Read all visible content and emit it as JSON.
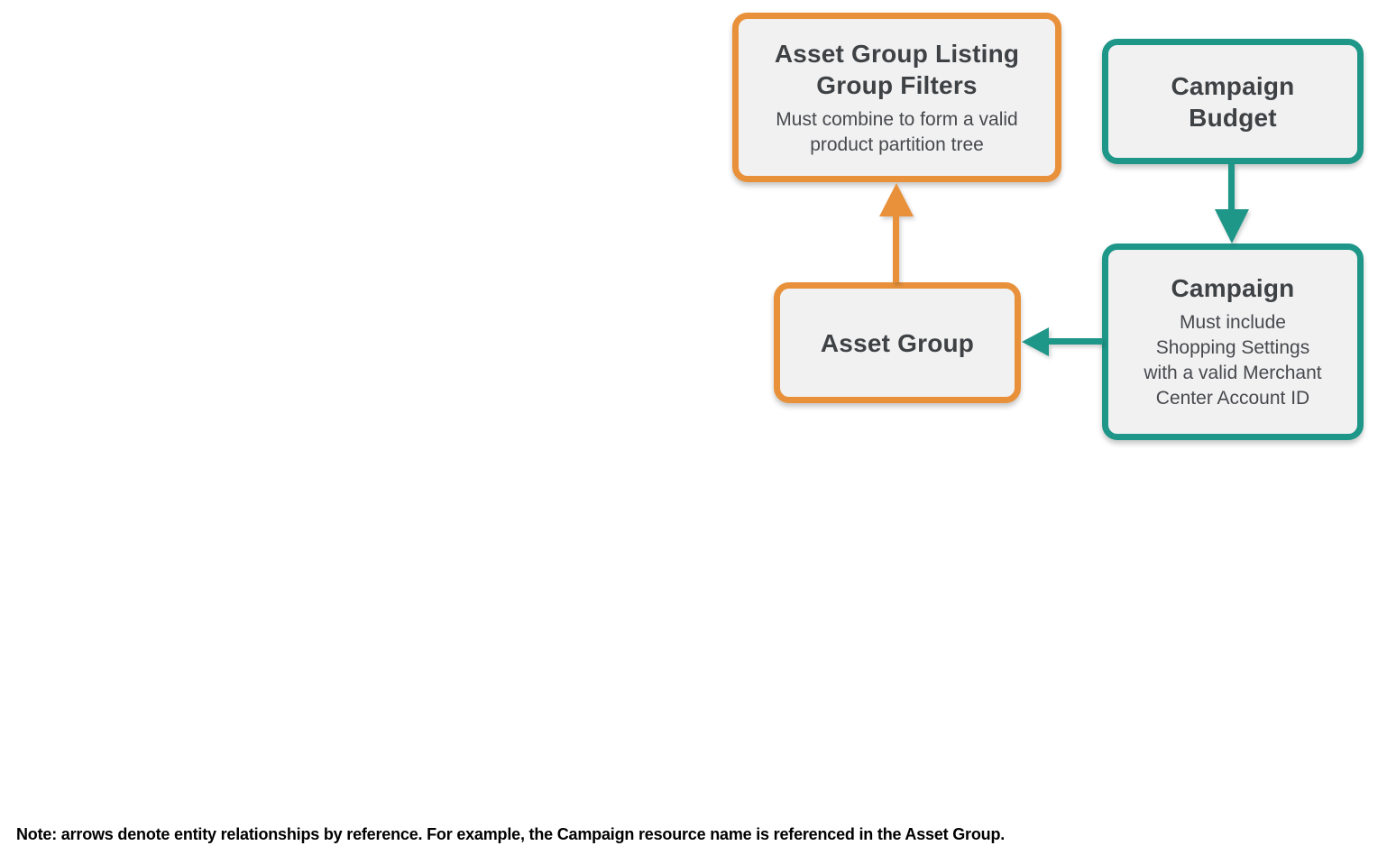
{
  "colors": {
    "orange": "#E8913A",
    "teal": "#1E9688",
    "box_fill": "#F1F1F2",
    "box_text": "#3F4245",
    "note_text": "#000000"
  },
  "boxes": {
    "asset_group_listing_group_filters": {
      "title": "Asset Group Listing\nGroup Filters",
      "subtitle": "Must combine to form a valid\nproduct partition tree"
    },
    "campaign_budget": {
      "title": "Campaign\nBudget"
    },
    "campaign": {
      "title": "Campaign",
      "subtitle": "Must include\nShopping Settings\nwith a valid Merchant\nCenter Account ID"
    },
    "asset_group": {
      "title": "Asset Group"
    }
  },
  "arrows": [
    {
      "name": "asset-group-to-listing-group-filters",
      "color": "orange",
      "direction": "up"
    },
    {
      "name": "campaign-budget-to-campaign",
      "color": "teal",
      "direction": "down"
    },
    {
      "name": "campaign-to-asset-group",
      "color": "teal",
      "direction": "left"
    }
  ],
  "note": "Note: arrows denote entity relationships by reference. For example, the Campaign resource name is referenced in the Asset Group."
}
